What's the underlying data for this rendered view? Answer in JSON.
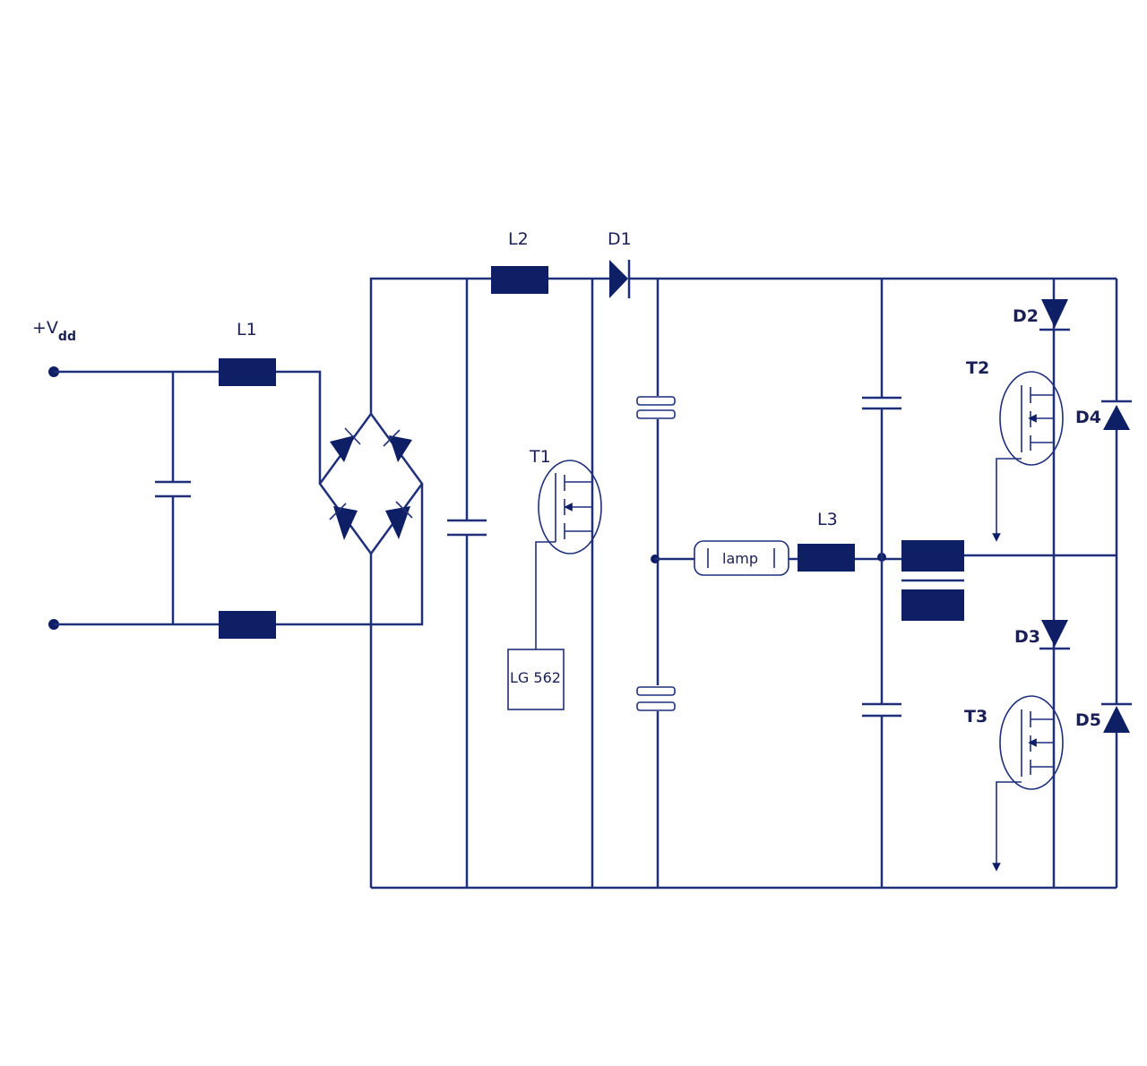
{
  "diagram": {
    "supply": {
      "plus": "+V",
      "sub": "dd"
    },
    "labels": {
      "L1": "L1",
      "L2": "L2",
      "L3": "L3",
      "D1": "D1",
      "D2": "D2",
      "D3": "D3",
      "D4": "D4",
      "D5": "D5",
      "T1": "T1",
      "T2": "T2",
      "T3": "T3"
    },
    "controller": "LG 562",
    "lamp": "lamp",
    "colors": {
      "wire": "#1f2f7a",
      "component": "#0f1f66",
      "background": "#ffffff"
    }
  }
}
